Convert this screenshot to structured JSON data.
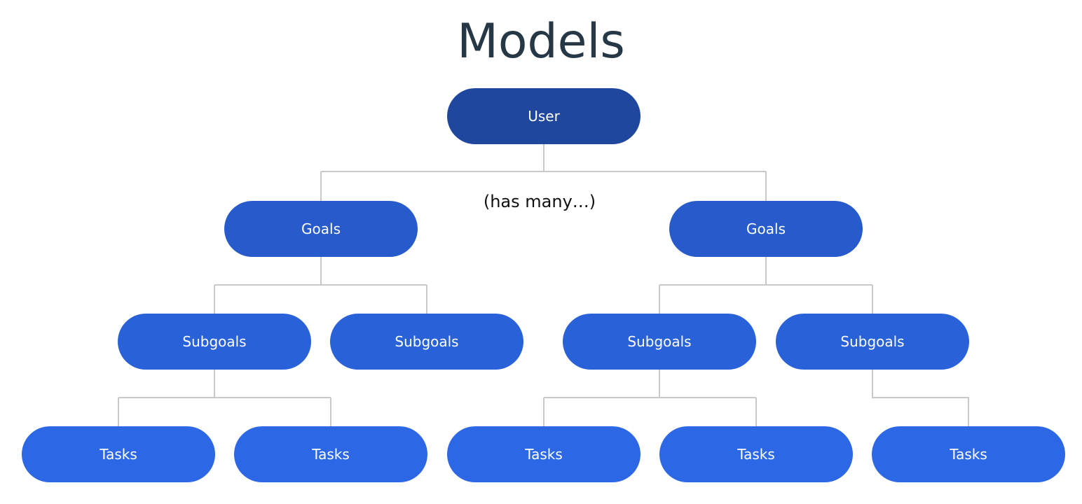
{
  "title": "Models",
  "annotation": "(has many…)",
  "colors": {
    "title": "#263746",
    "connector": "#c8c8c8",
    "level0": "#1f479e",
    "level1": "#275bcb",
    "level2": "#2961d8",
    "level3": "#2c68e5"
  },
  "nodes": {
    "user": "User",
    "goals_left": "Goals",
    "goals_right": "Goals",
    "subgoals_1": "Subgoals",
    "subgoals_2": "Subgoals",
    "subgoals_3": "Subgoals",
    "subgoals_4": "Subgoals",
    "tasks_1": "Tasks",
    "tasks_2": "Tasks",
    "tasks_3": "Tasks",
    "tasks_4": "Tasks",
    "tasks_5": "Tasks"
  }
}
